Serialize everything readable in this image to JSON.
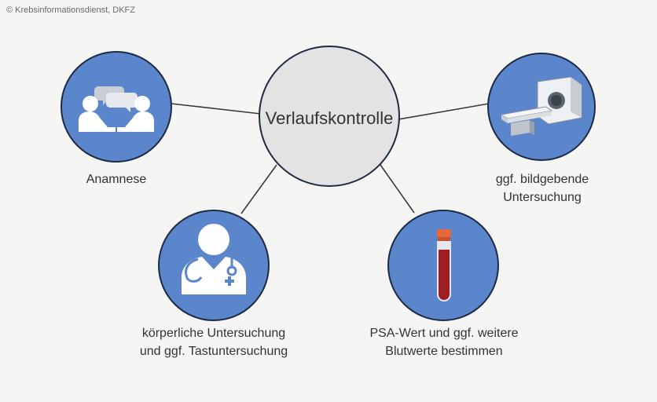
{
  "copyright": "© Krebsinformationsdienst, DKFZ",
  "center": {
    "label": "Verlaufskontrolle"
  },
  "nodes": {
    "anamnese": {
      "label": "Anamnese",
      "icon": "conversation-icon"
    },
    "imaging": {
      "line1": "ggf. bildgebende",
      "line2": "Untersuchung",
      "icon": "ct-scanner-icon"
    },
    "exam": {
      "line1": "körperliche Untersuchung",
      "line2": "und ggf. Tastuntersuchung",
      "icon": "doctor-icon"
    },
    "psa": {
      "line1": "PSA-Wert und ggf. weitere",
      "line2": "Blutwerte bestimmen",
      "icon": "blood-tube-icon"
    }
  },
  "colors": {
    "node_fill": "#5b86cc",
    "node_stroke": "#1f2a44",
    "center_fill": "#e3e3e3",
    "connector": "#3a3a3a",
    "background": "#f5f5f3"
  }
}
